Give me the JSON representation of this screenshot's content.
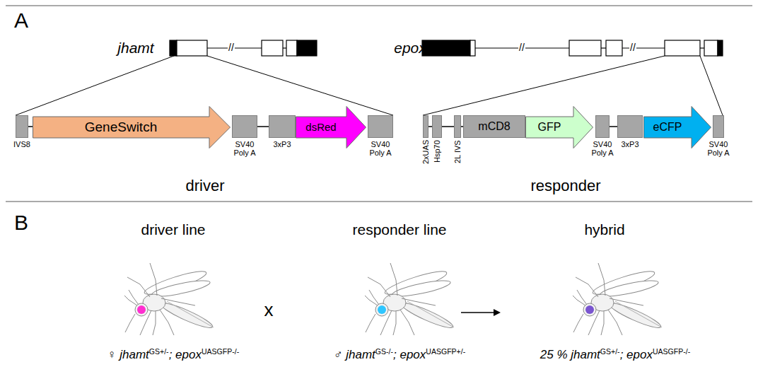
{
  "diagram": {
    "nodes": [
      {
        "text": [
          "IVS8"
        ]
      },
      {
        "text": [
          "GeneSwitch"
        ]
      },
      {
        "text": [
          "SV40 Poly A"
        ]
      },
      {
        "text": [
          "3xP3"
        ]
      },
      {
        "text": [
          "dsRed"
        ]
      },
      {
        "text": [
          "SV40 Poly A"
        ]
      },
      {
        "text": [
          "2xUAS"
        ]
      },
      {
        "text": [
          "Hsp70"
        ]
      },
      {
        "text": [
          "2L IVS"
        ]
      },
      {
        "text": [
          "mCD8"
        ]
      },
      {
        "text": [
          "GFP"
        ]
      },
      {
        "text": [
          "SV40 Poly A"
        ]
      },
      {
        "text": [
          "3xP3"
        ]
      },
      {
        "text": [
          "eCFP"
        ]
      },
      {
        "text": [
          "SV40 Poly A"
        ]
      }
    ],
    "edges": [
      {
        "from": 0,
        "to": 1,
        "arrow": "none"
      },
      {
        "from": 2,
        "to": 3,
        "arrow": "none"
      },
      {
        "from": 6,
        "to": 7,
        "arrow": "none"
      },
      {
        "from": 7,
        "to": 8,
        "arrow": "none"
      },
      {
        "from": 8,
        "to": 9,
        "arrow": "none"
      },
      {
        "from": 11,
        "to": 12,
        "arrow": "none"
      }
    ],
    "labels": [
      "A",
      "jhamt",
      "//",
      "epox",
      "//",
      "//",
      "driver",
      "responder",
      "B",
      "driver line",
      "x",
      "responder line",
      "hybrid",
      "♀ jhamtGS+/-; epoxUASGFP-/-",
      "♂ jhamtGS-/-; epoxUASGFP+/-",
      "25 % jhamtGS+/-; epoxUASGFP-/-"
    ]
  }
}
